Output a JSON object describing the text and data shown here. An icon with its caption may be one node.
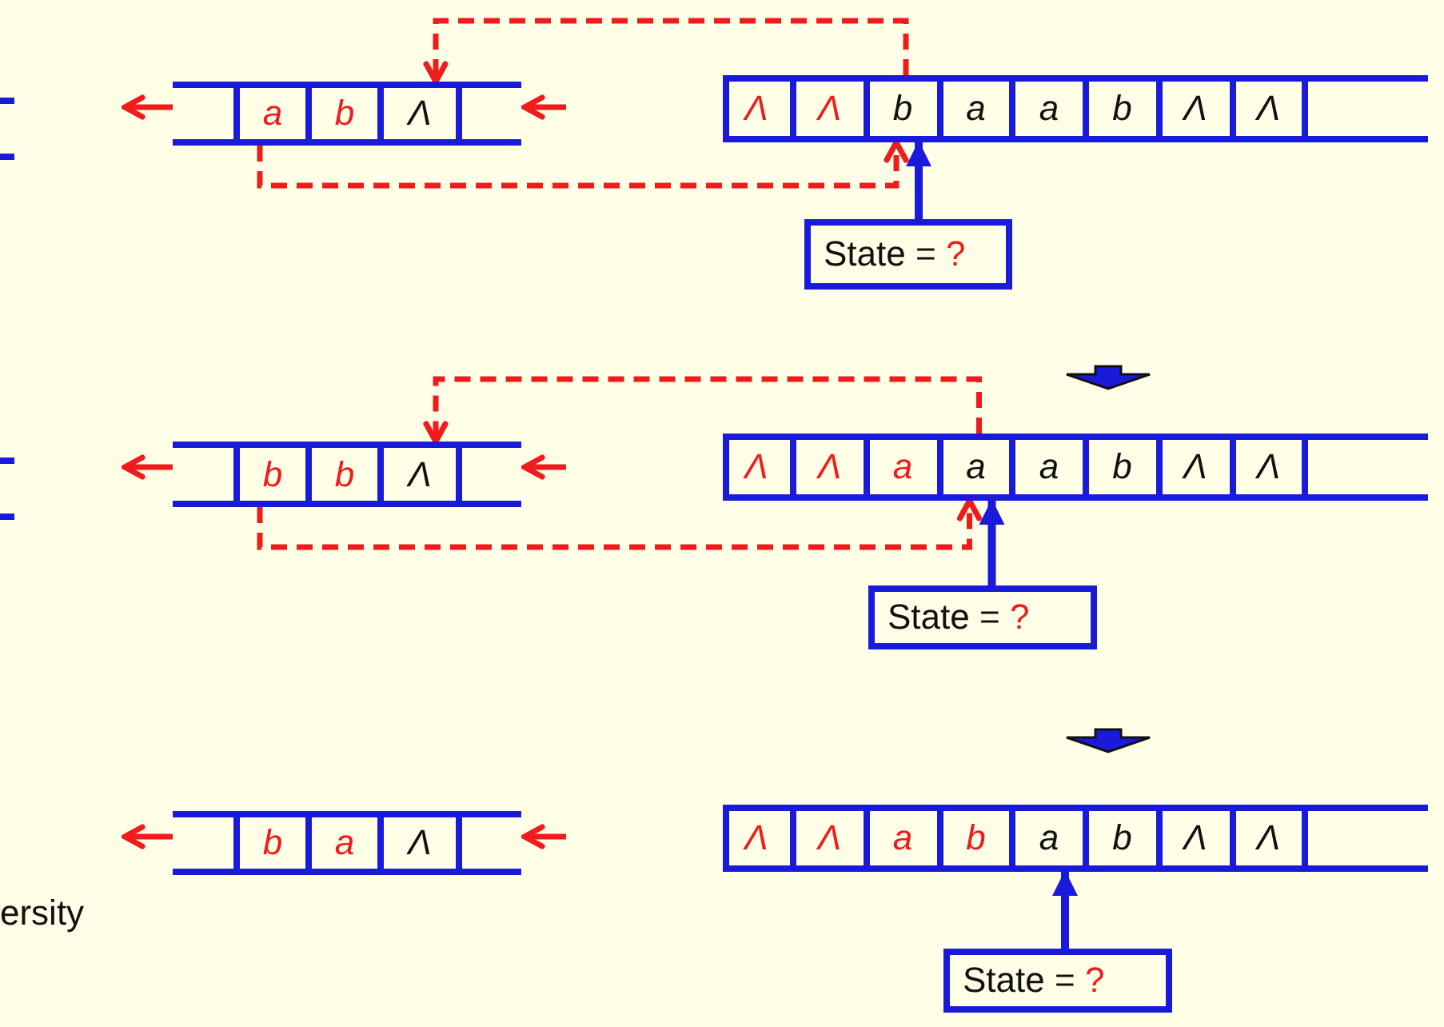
{
  "diagram": {
    "nodes": [
      {
        "text": [],
        "shape": "box"
      },
      {
        "text": [
          "a"
        ],
        "in": 0
      },
      {
        "text": [
          "b"
        ],
        "in": 0
      },
      {
        "text": [
          "Λ"
        ],
        "in": 0
      },
      {
        "text": [],
        "shape": "box"
      },
      {
        "text": [
          "Λ"
        ],
        "in": 4
      },
      {
        "text": [
          "Λ"
        ],
        "in": 4
      },
      {
        "text": [
          "b"
        ],
        "in": 4
      },
      {
        "text": [
          "a"
        ],
        "in": 4
      },
      {
        "text": [
          "a"
        ],
        "in": 4
      },
      {
        "text": [
          "b"
        ],
        "in": 4
      },
      {
        "text": [
          "Λ"
        ],
        "in": 4
      },
      {
        "text": [
          "Λ"
        ],
        "in": 4
      },
      {
        "text": [
          "State =",
          "?"
        ]
      },
      {
        "text": [],
        "shape": "box"
      },
      {
        "text": [
          "b"
        ],
        "in": 14
      },
      {
        "text": [
          "b"
        ],
        "in": 14
      },
      {
        "text": [
          "Λ"
        ],
        "in": 14
      },
      {
        "text": [],
        "shape": "box"
      },
      {
        "text": [
          "Λ"
        ],
        "in": 18
      },
      {
        "text": [
          "Λ"
        ],
        "in": 18
      },
      {
        "text": [
          "a"
        ],
        "in": 18
      },
      {
        "text": [
          "a"
        ],
        "in": 18
      },
      {
        "text": [
          "a"
        ],
        "in": 18
      },
      {
        "text": [
          "b"
        ],
        "in": 18
      },
      {
        "text": [
          "Λ"
        ],
        "in": 18
      },
      {
        "text": [
          "Λ"
        ],
        "in": 18
      },
      {
        "text": [
          "State =",
          "?"
        ]
      },
      {
        "text": [],
        "shape": "box"
      },
      {
        "text": [
          "b"
        ],
        "in": 28
      },
      {
        "text": [
          "a"
        ],
        "in": 28
      },
      {
        "text": [
          "Λ"
        ],
        "in": 28
      },
      {
        "text": [],
        "shape": "box"
      },
      {
        "text": [
          "Λ"
        ],
        "in": 32
      },
      {
        "text": [
          "Λ"
        ],
        "in": 32
      },
      {
        "text": [
          "a"
        ],
        "in": 32
      },
      {
        "text": [
          "b"
        ],
        "in": 32
      },
      {
        "text": [
          "a"
        ],
        "in": 32
      },
      {
        "text": [
          "b"
        ],
        "in": 32
      },
      {
        "text": [
          "Λ"
        ],
        "in": 32
      },
      {
        "text": [
          "Λ"
        ],
        "in": 32
      },
      {
        "text": [
          "State =",
          "?"
        ]
      }
    ],
    "edges": [
      {
        "from": 0,
        "to": null,
        "arrow": "to",
        "color": "#ee1c1c"
      },
      {
        "from": null,
        "to": 0,
        "arrow": "to",
        "color": "#ee1c1c"
      },
      {
        "from": 7,
        "to": 3,
        "arrow": "to",
        "style": "dashed",
        "color": "#ee1c1c"
      },
      {
        "from": 1,
        "to": 7,
        "arrow": "to",
        "style": "dashed",
        "color": "#ee1c1c"
      },
      {
        "from": 13,
        "to": 7,
        "arrow": "to",
        "color": "#1a1adb"
      },
      {
        "from": 14,
        "to": null,
        "arrow": "to",
        "color": "#ee1c1c"
      },
      {
        "from": null,
        "to": 14,
        "arrow": "to",
        "color": "#ee1c1c"
      },
      {
        "from": 22,
        "to": 17,
        "arrow": "to",
        "style": "dashed",
        "color": "#ee1c1c"
      },
      {
        "from": 15,
        "to": 22,
        "arrow": "to",
        "style": "dashed",
        "color": "#ee1c1c"
      },
      {
        "from": 27,
        "to": 22,
        "arrow": "to",
        "color": "#1a1adb"
      },
      {
        "from": 28,
        "to": null,
        "arrow": "to",
        "color": "#ee1c1c"
      },
      {
        "from": null,
        "to": 28,
        "arrow": "to",
        "color": "#ee1c1c"
      },
      {
        "from": 41,
        "to": 37,
        "arrow": "to",
        "color": "#1a1adb"
      }
    ],
    "labels": [
      "ersity"
    ]
  }
}
